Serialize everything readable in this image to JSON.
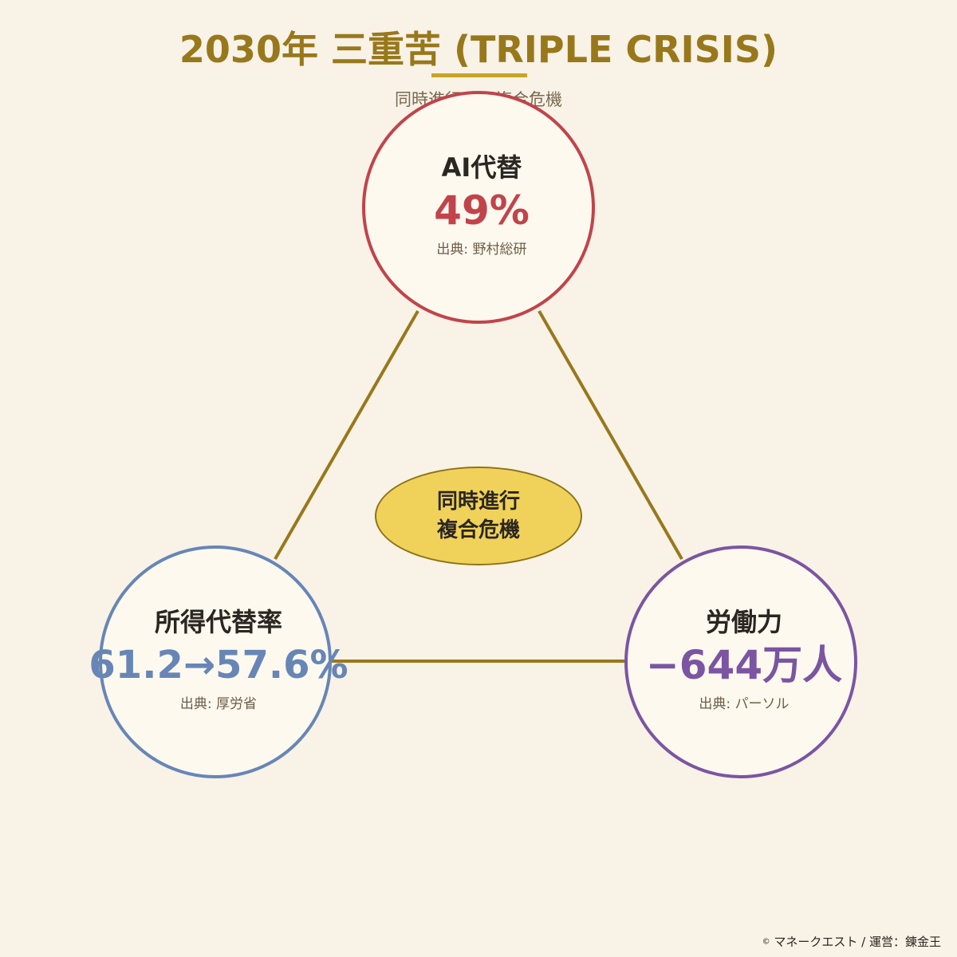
{
  "header": {
    "title": "2030年 三重苦 (TRIPLE CRISIS)",
    "subtitle": "同時進行する複合危機"
  },
  "nodes": {
    "ai": {
      "label": "AI代替",
      "value": "49%",
      "source": "出典: 野村総研",
      "color": "#c2434a"
    },
    "income": {
      "label": "所得代替率",
      "value": "61.2→57.6%",
      "source": "出典: 厚労省",
      "color": "#6786b6"
    },
    "labor": {
      "label": "労働力",
      "value": "−644万人",
      "source": "出典: パーソル",
      "color": "#7b55a2"
    }
  },
  "center": {
    "line1": "同時進行",
    "line2": "複合危機",
    "fill_color": "#f0d25a"
  },
  "footer": {
    "copyright_symbol": "©",
    "text": "マネークエスト / 運営：錬金王"
  },
  "colors": {
    "background": "#f8f2e7",
    "title": "#98781b",
    "connector": "#98781b"
  }
}
